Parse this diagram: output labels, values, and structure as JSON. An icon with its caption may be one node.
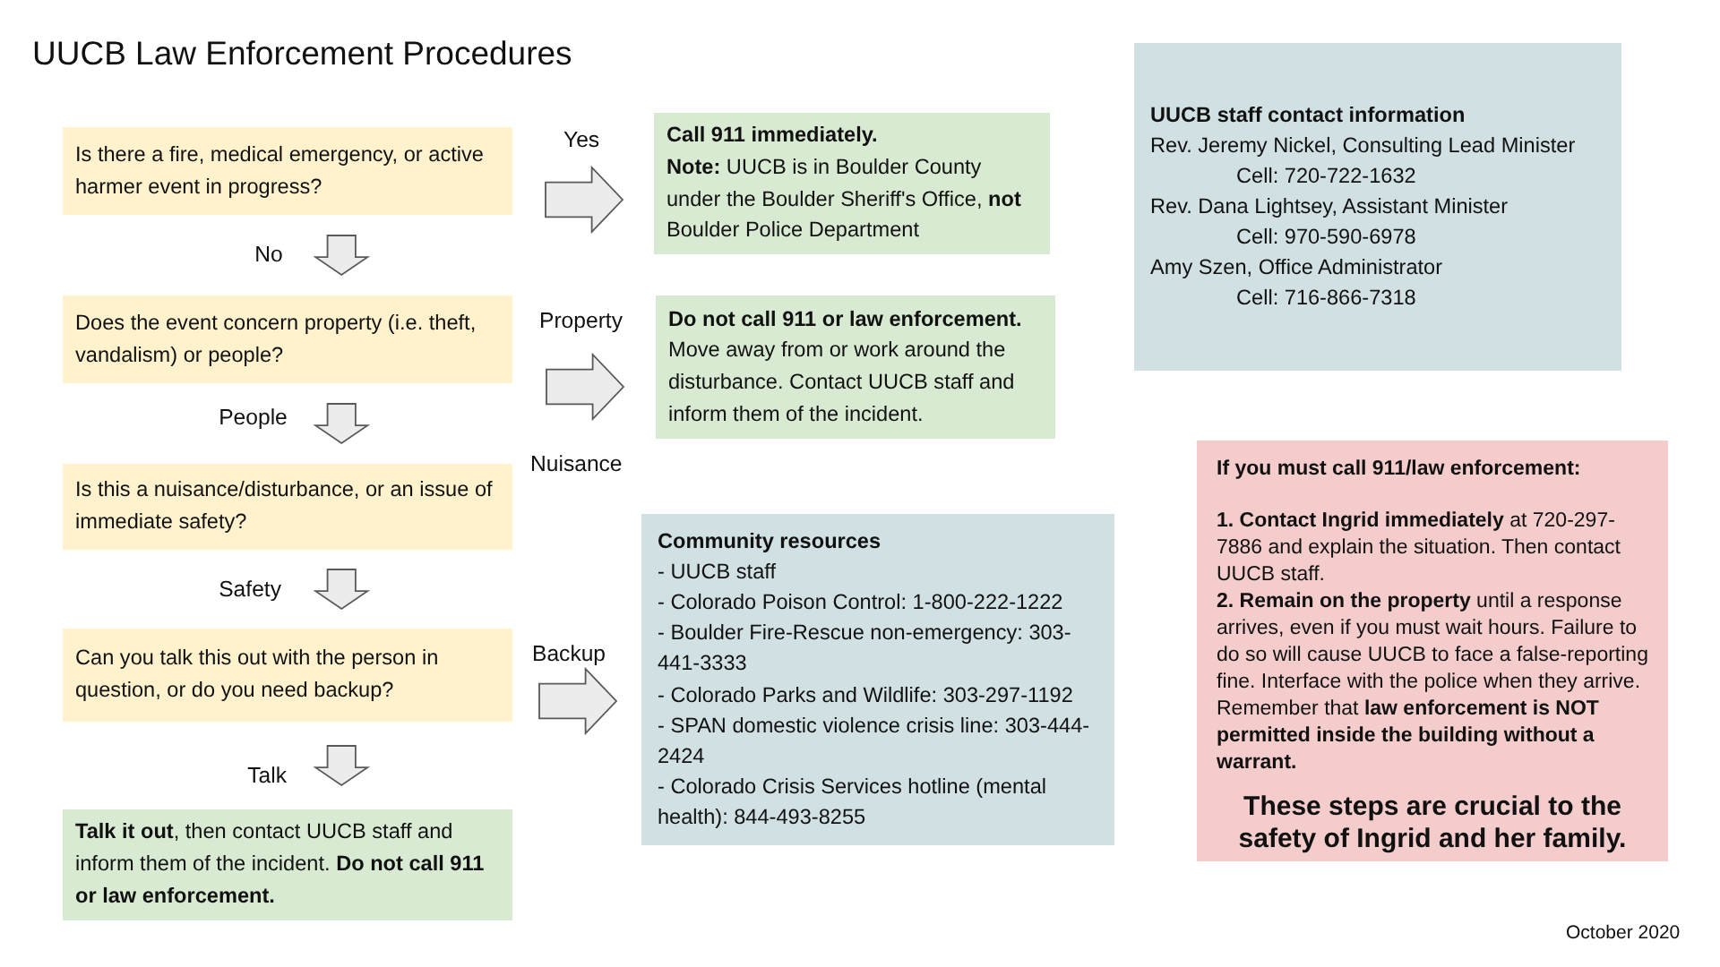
{
  "diagram": {
    "title": "UUCB Law Enforcement Procedures",
    "nodes": [
      {
        "text": [
          "Is there a fire, medical emergency, or active harmer event in progress?"
        ]
      },
      {
        "text": [
          "Call 911 immediately.",
          "**Note:** UUCB is in Boulder County under the Boulder Sheriff's Office, **not** Boulder Police Department"
        ]
      },
      {
        "text": [
          "Does the event concern property (i.e. theft, vandalism) or people?"
        ]
      },
      {
        "text": [
          "Do not call 911 or law enforcement.",
          "Move away from or work around the disturbance. Contact UUCB staff and inform them of the incident."
        ]
      },
      {
        "text": [
          "Is this a nuisance/disturbance, or an issue of immediate safety?"
        ]
      },
      {
        "text": [
          "Can you talk this out with the person in question, or do you need backup?"
        ]
      },
      {
        "text": [
          "**Talk it out**, then contact UUCB staff and inform them of the incident. **Do not call 911 or law enforcement.**"
        ]
      },
      {
        "text": [
          "Community resources",
          "- UUCB staff",
          "- Colorado Poison Control: 1-800-222-1222",
          "- Boulder Fire-Rescue non-emergency: 303-441-3333",
          "- Colorado Parks and Wildlife: 303-297-1192",
          "- SPAN domestic violence crisis line: 303-444-2424",
          "- Colorado Crisis Services hotline (mental health): 844-493-8255"
        ]
      },
      {
        "text": [
          "UUCB staff contact information",
          "Rev. Jeremy Nickel, Consulting Lead Minister",
          "Cell: 720-722-1632",
          "Rev. Dana Lightsey, Assistant Minister",
          "Cell: 970-590-6978",
          "Amy Szen, Office Administrator",
          "Cell: 716-866-7318"
        ]
      },
      {
        "text": [
          "If you must call 911/law enforcement:",
          "**1. Contact Ingrid immediately** at 720-297-7886 and explain the situation. Then contact UUCB staff.",
          "**2. Remain on the property** until a response arrives, even if you must wait hours. Failure to do so will cause UUCB to face a false-reporting fine. Interface with the police when they arrive. Remember that **law enforcement is NOT permitted inside the building without a warrant.**",
          "These steps are crucial to the safety of Ingrid and her family."
        ]
      }
    ],
    "edges": [
      {
        "from": 0,
        "to": 1,
        "arrow": "to",
        "label": "Yes"
      },
      {
        "from": 0,
        "to": 2,
        "arrow": "to",
        "label": "No"
      },
      {
        "from": 2,
        "to": 3,
        "arrow": "to",
        "label": "Property"
      },
      {
        "from": 2,
        "to": 4,
        "arrow": "to",
        "label": "People"
      },
      {
        "from": 4,
        "to": 5,
        "arrow": "to",
        "label": "Safety"
      },
      {
        "from": 5,
        "to": 7,
        "arrow": "to",
        "label": "Backup"
      },
      {
        "from": 5,
        "to": 6,
        "arrow": "to",
        "label": "Talk"
      }
    ],
    "labels": [
      "Nuisance",
      "October 2020"
    ]
  }
}
